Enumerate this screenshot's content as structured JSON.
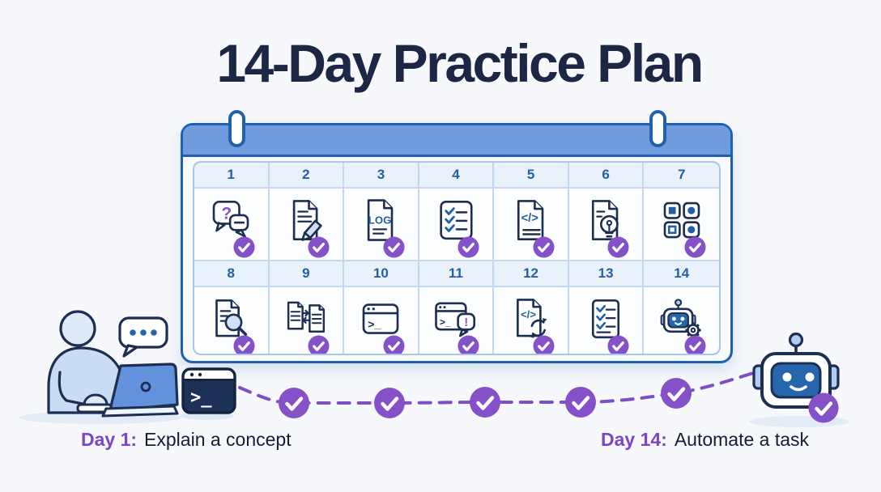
{
  "title": "14-Day Practice Plan",
  "calendar": {
    "days": [
      {
        "number": "1",
        "icon": "chat-question-icon"
      },
      {
        "number": "2",
        "icon": "document-edit-icon"
      },
      {
        "number": "3",
        "icon": "log-file-icon"
      },
      {
        "number": "4",
        "icon": "checklist-icon"
      },
      {
        "number": "5",
        "icon": "code-file-icon"
      },
      {
        "number": "6",
        "icon": "idea-file-icon"
      },
      {
        "number": "7",
        "icon": "shapes-grid-icon"
      },
      {
        "number": "8",
        "icon": "document-search-icon"
      },
      {
        "number": "9",
        "icon": "document-compare-icon"
      },
      {
        "number": "10",
        "icon": "terminal-icon"
      },
      {
        "number": "11",
        "icon": "terminal-alert-icon"
      },
      {
        "number": "12",
        "icon": "code-refresh-icon"
      },
      {
        "number": "13",
        "icon": "checklist-doc-icon"
      },
      {
        "number": "14",
        "icon": "robot-gear-icon"
      }
    ]
  },
  "icon_glyphs": {
    "question": "?",
    "exclamation": "!",
    "log": "LOG",
    "code": "</>",
    "prompt": ">_"
  },
  "journey": {
    "start_prefix": "Day 1:",
    "start_label": "Explain a concept",
    "end_prefix": "Day 14:",
    "end_label": "Automate a task",
    "checkpoints": 5
  },
  "colors": {
    "accent_purple": "#8551c9",
    "calendar_blue": "#6f9cdd",
    "deep_blue": "#1e5fae",
    "navy": "#1c2e52",
    "link_blue": "#2160a8",
    "background": "#f6f8fb"
  }
}
